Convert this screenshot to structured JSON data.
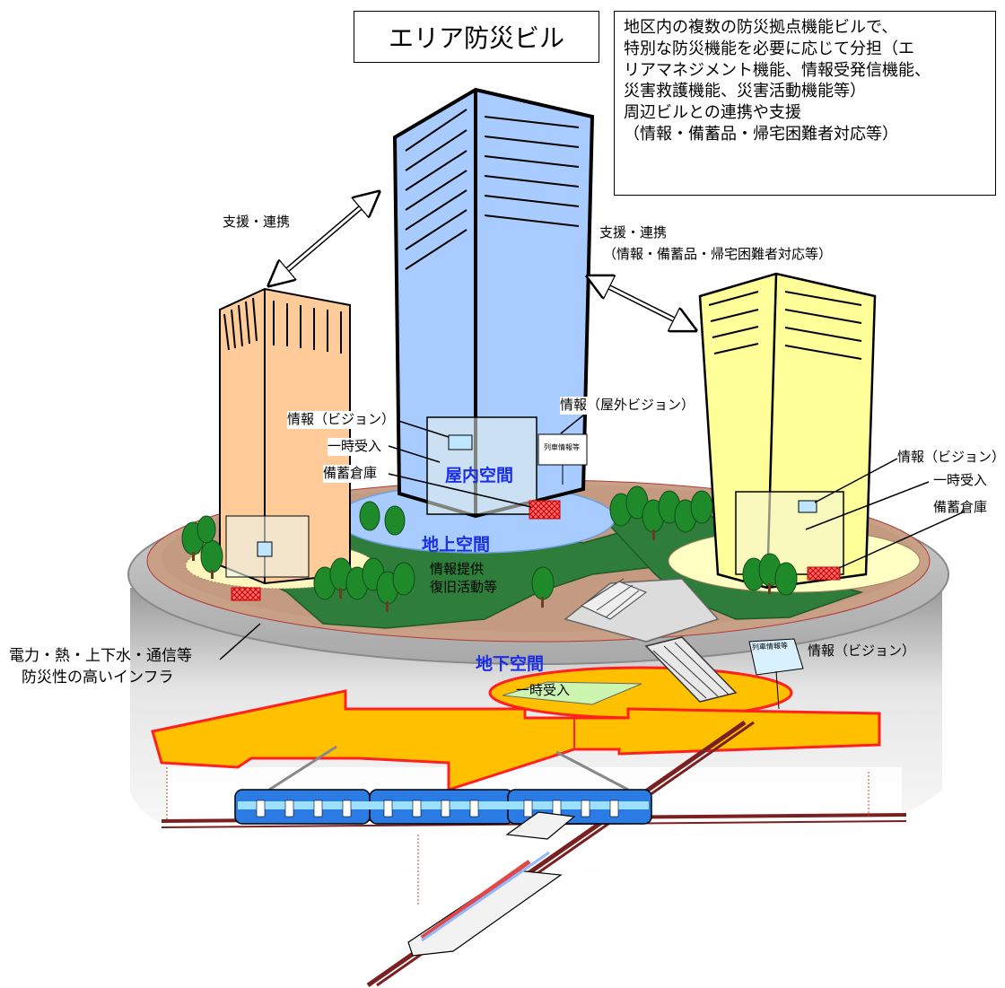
{
  "title": "エリア防災ビル",
  "description": {
    "lines": [
      "地区内の複数の防災拠点機能ビルで、",
      "特別な防災機能を必要に応じて分担（エ",
      "リアマネジメント機能、情報受発信機能、",
      "災害救護機能、災害活動機能等）",
      "",
      "周辺ビルとの連携や支援",
      "（情報・備蓄品・帰宅困難者対応等）"
    ]
  },
  "labels": {
    "support_left": "支援・連携",
    "support_right_1": "支援・連携",
    "support_right_2": "（情報・備蓄品・帰宅困難者対応等）",
    "info_vision_left": "情報（ビジョン）",
    "temp_accept_left": "一時受入",
    "storage_left": "備蓄倉庫",
    "info_outdoor_vision": "情報（屋外ビジョン）",
    "indoor_space": "屋内空間",
    "ground_space": "地上空間",
    "info_provision_1": "情報提供",
    "info_provision_2": "復旧活動等",
    "info_vision_right": "情報（ビジョン）",
    "temp_accept_right": "一時受入",
    "storage_right": "備蓄倉庫",
    "infra_1": "電力・熱・上下水・通信等",
    "infra_2": "防災性の高いインフラ",
    "underground_space": "地下空間",
    "underground_vision": "情報（ビジョン）",
    "temp_accept_underground": "一時受入",
    "screen_text": "列車情報等"
  },
  "colors": {
    "tower_center": "#a8ccff",
    "tower_left": "#ffcc99",
    "tower_right": "#ffff99",
    "green": "#2e7d3a",
    "underground_walkway": "#ffc000",
    "walkway_outline": "#ff2020",
    "train_blue": "#2a7be4",
    "text_blue": "#1a2ee6"
  }
}
